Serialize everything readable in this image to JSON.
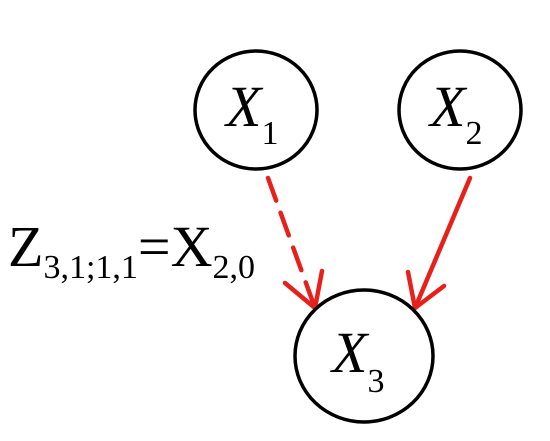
{
  "colors": {
    "edge": "#e8201c",
    "node_stroke": "#000000",
    "text": "#000000",
    "background": "#ffffff"
  },
  "nodes": [
    {
      "id": "x1",
      "var": "X",
      "sub": "1"
    },
    {
      "id": "x2",
      "var": "X",
      "sub": "2"
    },
    {
      "id": "x3",
      "var": "X",
      "sub": "3"
    }
  ],
  "edges": [
    {
      "from": "x1",
      "to": "x3",
      "style": "dashed"
    },
    {
      "from": "x2",
      "to": "x3",
      "style": "solid"
    }
  ],
  "annotation": {
    "lhs_var": "Z",
    "lhs_sub": "3,1;1,1",
    "equals": "=",
    "rhs_var": "X",
    "rhs_sub": "2,0"
  }
}
